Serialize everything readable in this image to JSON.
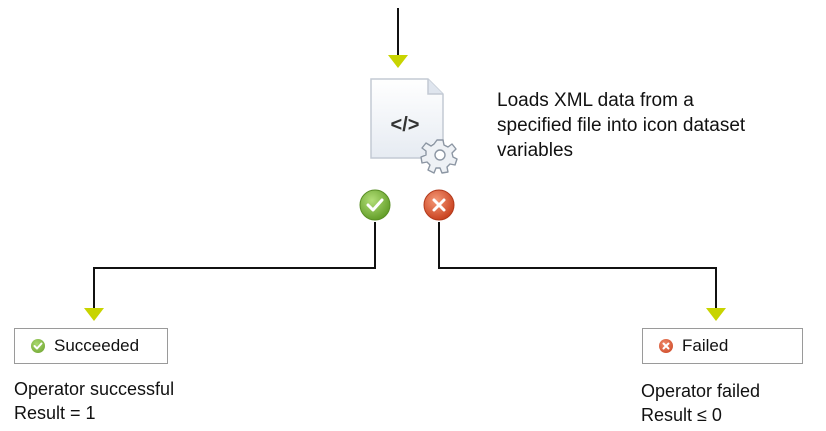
{
  "operator": {
    "description_lines": [
      "Loads XML data from a",
      "specified file into icon dataset",
      "variables"
    ],
    "icon": "xml-file-gear-icon"
  },
  "status_icons": {
    "success": "check-circle-icon",
    "failure": "x-circle-icon"
  },
  "branches": {
    "succeeded": {
      "label": "Succeeded",
      "icon": "check-circle-icon",
      "lines": [
        "Operator successful",
        "Result = 1"
      ]
    },
    "failed": {
      "label": "Failed",
      "icon": "x-circle-icon",
      "lines": [
        "Operator failed",
        "Result ≤ 0"
      ]
    }
  },
  "colors": {
    "arrow": "#c8d400",
    "connector": "#111111",
    "success": "#6aa02c",
    "failure": "#d4502a",
    "box_border": "#9a9a9a"
  }
}
